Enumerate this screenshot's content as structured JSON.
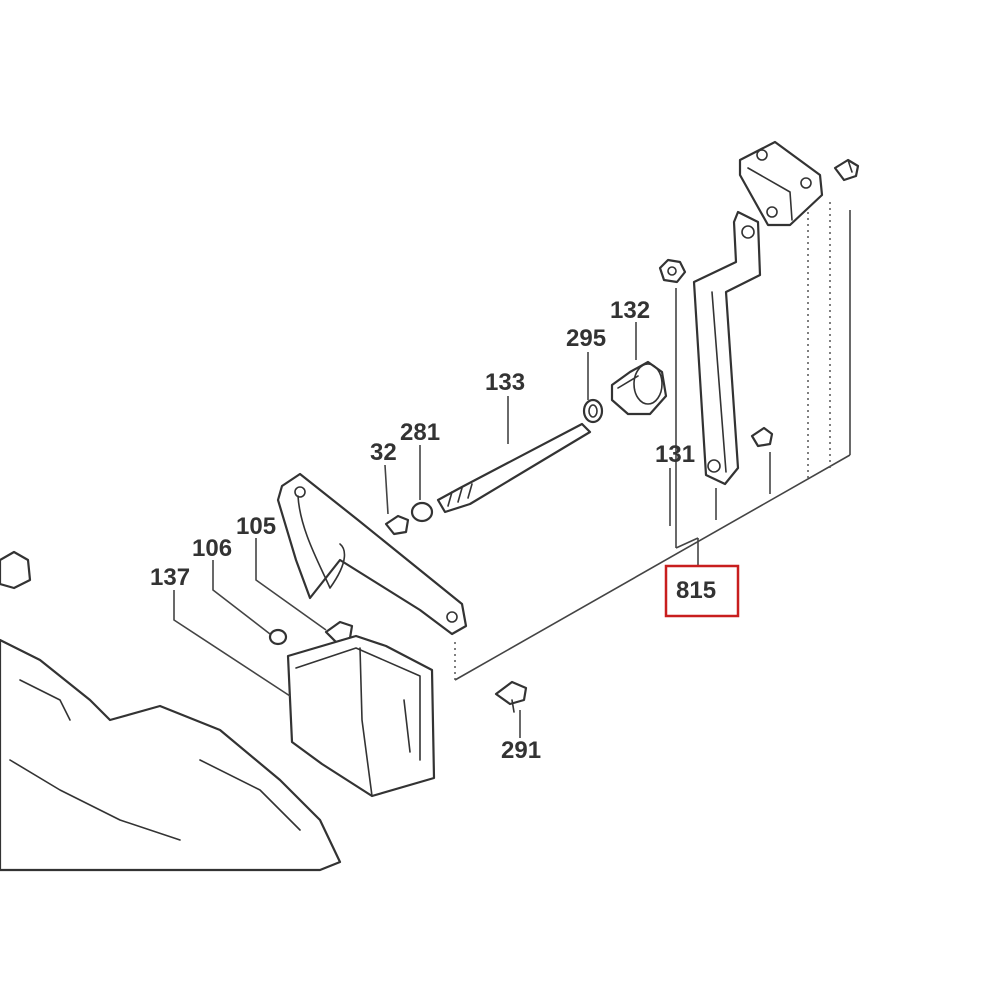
{
  "diagram": {
    "labels": {
      "l815": "815",
      "l132": "132",
      "l295": "295",
      "l133": "133",
      "l131": "131",
      "l281": "281",
      "l32": "32",
      "l105": "105",
      "l106": "106",
      "l137": "137",
      "l291": "291"
    },
    "highlight_color": "#c81e1e"
  }
}
